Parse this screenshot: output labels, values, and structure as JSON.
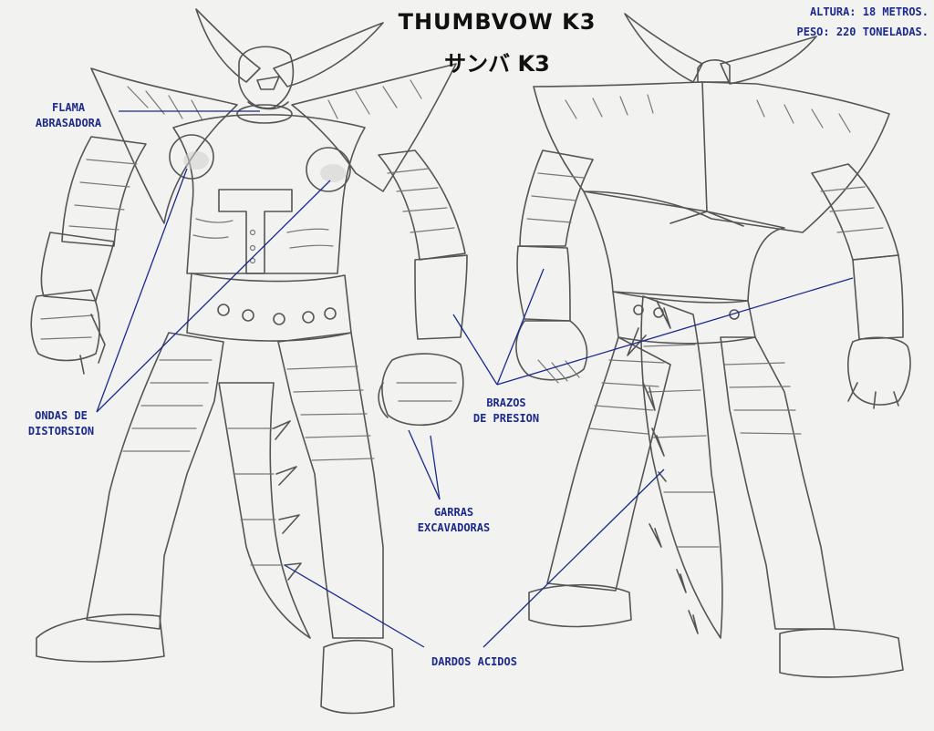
{
  "title": "THUMBVOW  K3",
  "subtitle": "サンバ K3",
  "specs": {
    "height": "ALTURA: 18 METROS.",
    "weight": "PESO: 220 TONELADAS."
  },
  "labels": {
    "flame": [
      "FLAMA",
      "ABRASADORA"
    ],
    "waves": [
      "ONDAS DE",
      "DISTORSION"
    ],
    "arms": [
      "BRAZOS",
      "DE PRESION"
    ],
    "claws": [
      "GARRAS",
      "EXCAVADORAS"
    ],
    "darts": [
      "DARDOS ACIDOS"
    ]
  },
  "colors": {
    "annotation": "#1b2a8c",
    "pencil": "#555555",
    "paper": "#f2f2f0"
  }
}
